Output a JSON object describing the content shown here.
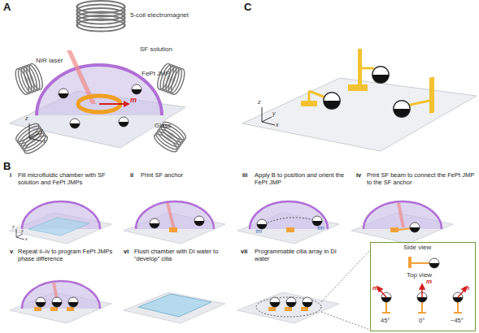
{
  "diagram": {
    "nodes": [
      {
        "text": [
          "Side view",
          "Top view",
          "m",
          "m",
          "m",
          "45°",
          "0°",
          "−45°"
        ]
      }
    ],
    "labels": [
      "A",
      "5-coil electromagnet",
      "SF solution",
      "FePt JMP",
      "NIR laser",
      "m",
      "z",
      "y",
      "x",
      "Glass",
      "C",
      "z",
      "y",
      "x",
      "B",
      "i",
      "Fill microfluidic chamber with SF solution and FePt JMPs",
      "z",
      "y",
      "x",
      "ii",
      "Print SF anchor",
      "iii",
      "Apply B to position and orient the FePt JMP",
      "τm",
      "τm",
      "iv",
      "Print SF beam to connect the FePt JMP to the SF anchor",
      "v",
      "Repeat ii–iv to program FePt JMPs phase difference",
      "vi",
      "Flush chamber with DI water to “develop” cilia",
      "vii",
      "Programmable cilia array in DI water"
    ]
  }
}
